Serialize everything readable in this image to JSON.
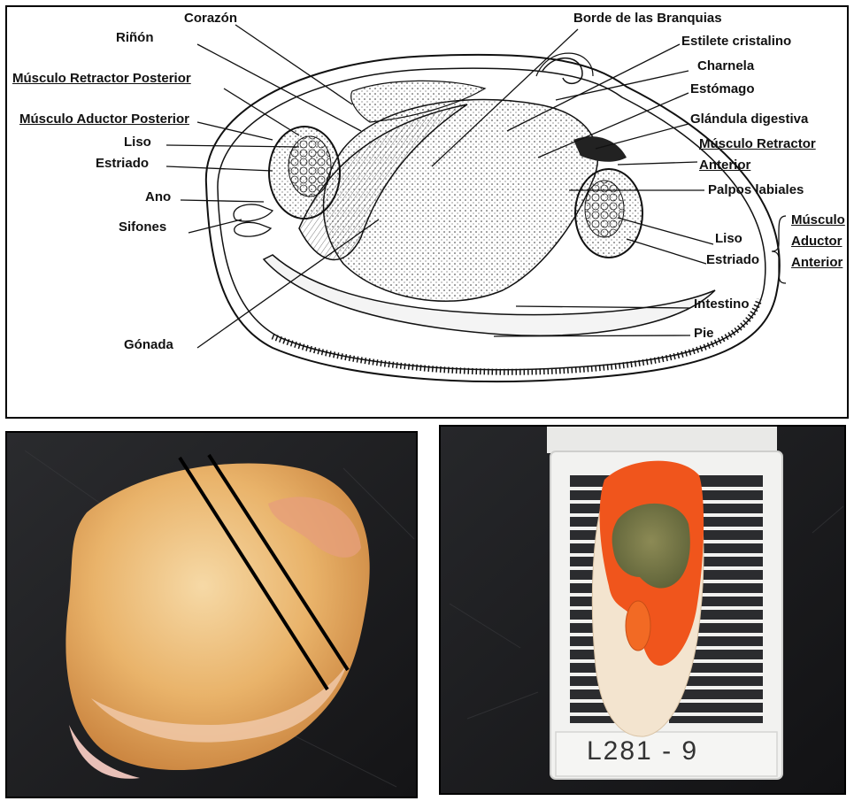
{
  "diagram": {
    "labels": {
      "corazon": "Corazón",
      "rinon": "Riñón",
      "musculo_retractor_posterior": "Músculo Retractor Posterior",
      "musculo_aductor_posterior": "Músculo Aductor Posterior",
      "liso_posterior": "Liso",
      "estriado_posterior": "Estriado",
      "ano": "Ano",
      "sifones": "Sifones",
      "gonada": "Gónada",
      "borde_branquias": "Borde de las Branquias",
      "estilete_cristalino": "Estilete cristalino",
      "charnela": "Charnela",
      "estomago": "Estómago",
      "glandula_digestiva": "Glándula digestiva",
      "musculo_retractor_anterior_1": "Músculo Retractor",
      "musculo_retractor_anterior_2": "Anterior",
      "palpos_labiales": "Palpos labiales",
      "liso_anterior": "Liso",
      "estriado_anterior": "Estriado",
      "musculo_aductor_anterior_1": "Músculo",
      "musculo_aductor_anterior_2": "Aductor",
      "musculo_aductor_anterior_3": "Anterior",
      "intestino": "Intestino",
      "pie": "Pie"
    }
  },
  "photos": {
    "cassette_label": "L281 - 9"
  },
  "colors": {
    "panel_border": "#000000",
    "clam_tissue": "#e9b36a",
    "gonad_orange": "#f0551c",
    "digestive_gland": "#6d7040",
    "cassette_white": "#f2f2f0"
  }
}
